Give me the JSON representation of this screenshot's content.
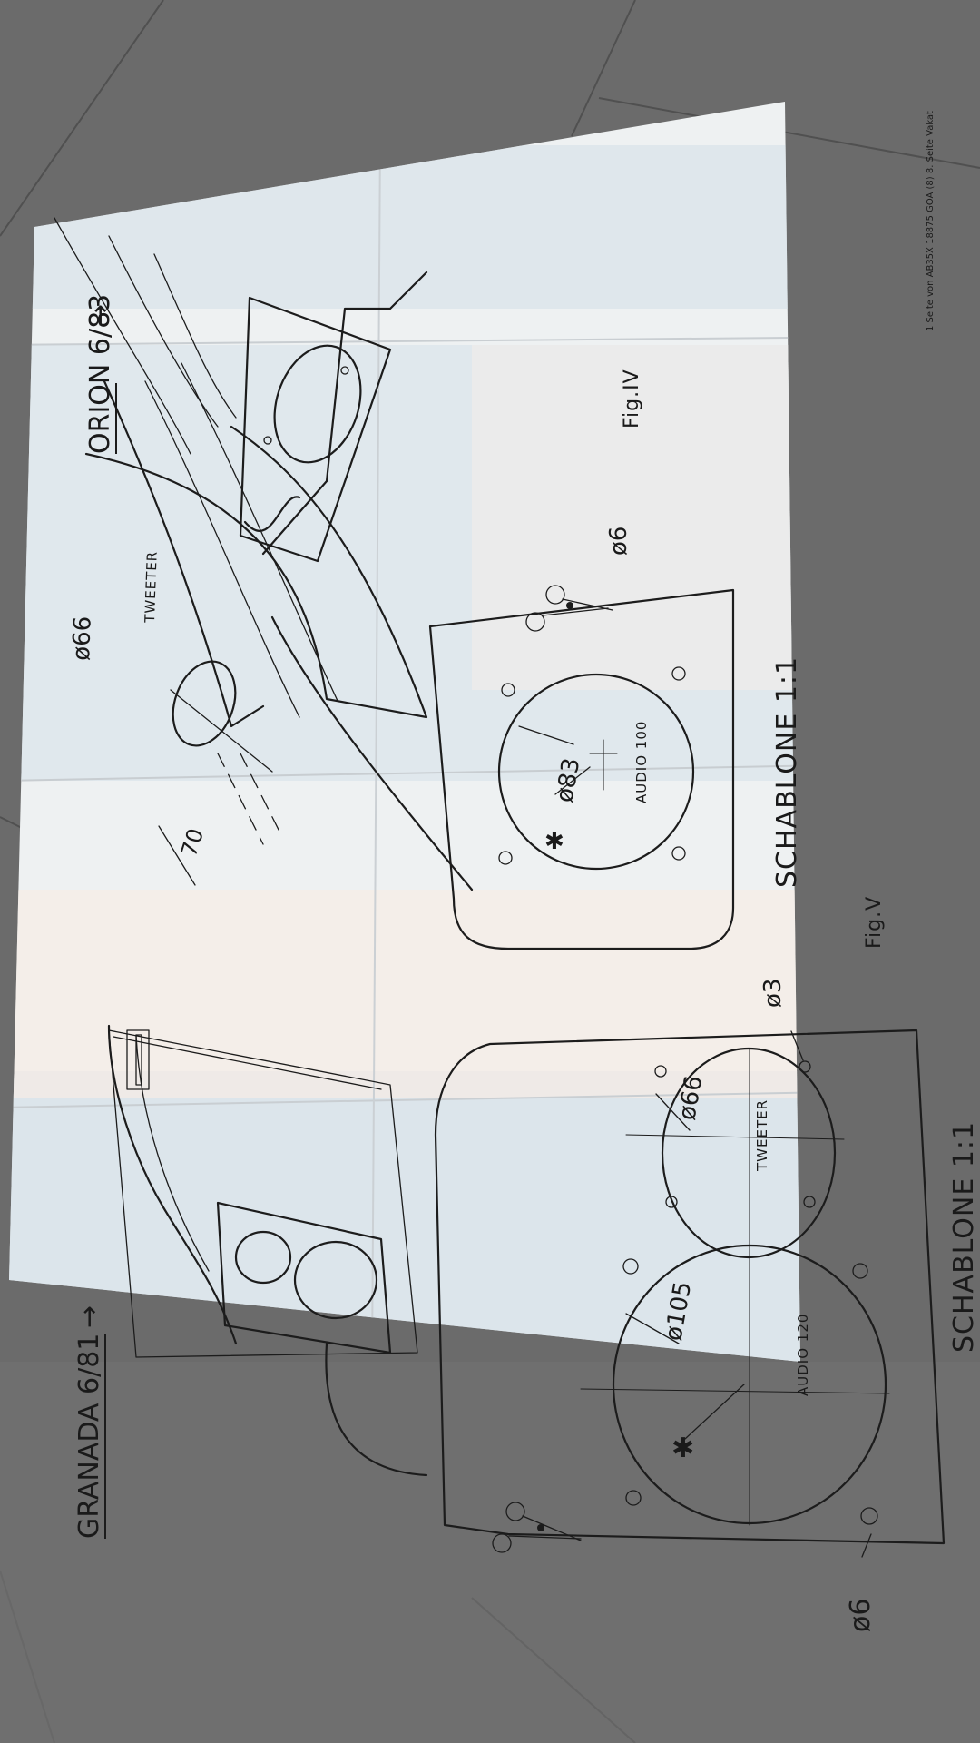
{
  "document": {
    "footer_note": "1 Seite von AB35X 18875 GOA (8) 8. Seite Vakat",
    "orion": {
      "title": "ORION 6/83",
      "arrow": "→",
      "figure": "Fig.IV",
      "schablone": "SCHABLONE 1:1",
      "tweeter_label": "TWEETER",
      "tweeter_dia": "ø66",
      "offset": "70",
      "speaker_dia": "ø83",
      "speaker_label": "AUDIO 100",
      "hole_dia": "ø6",
      "asterisk": "✱"
    },
    "granada": {
      "title": "GRANADA 6/81",
      "arrow": "→",
      "figure": "Fig.V",
      "schablone": "SCHABLONE 1:1",
      "tweeter_label": "TWEETER",
      "tweeter_dia": "ø66",
      "small_hole_dia": "ø3",
      "speaker_dia": "ø105",
      "speaker_label": "AUDIO 120",
      "hole_dia": "ø6",
      "asterisk": "✱"
    }
  },
  "colors": {
    "floor": "#6e6e6e",
    "paper_light": "#eef0f1",
    "paper_blue": "#d7e2ea",
    "paper_pink": "#f6ece6",
    "ink": "#1c1c1c"
  },
  "icons": {
    "scissors": "scissors-icon",
    "arrow": "arrow-right-icon",
    "asterisk": "asterisk-icon"
  }
}
